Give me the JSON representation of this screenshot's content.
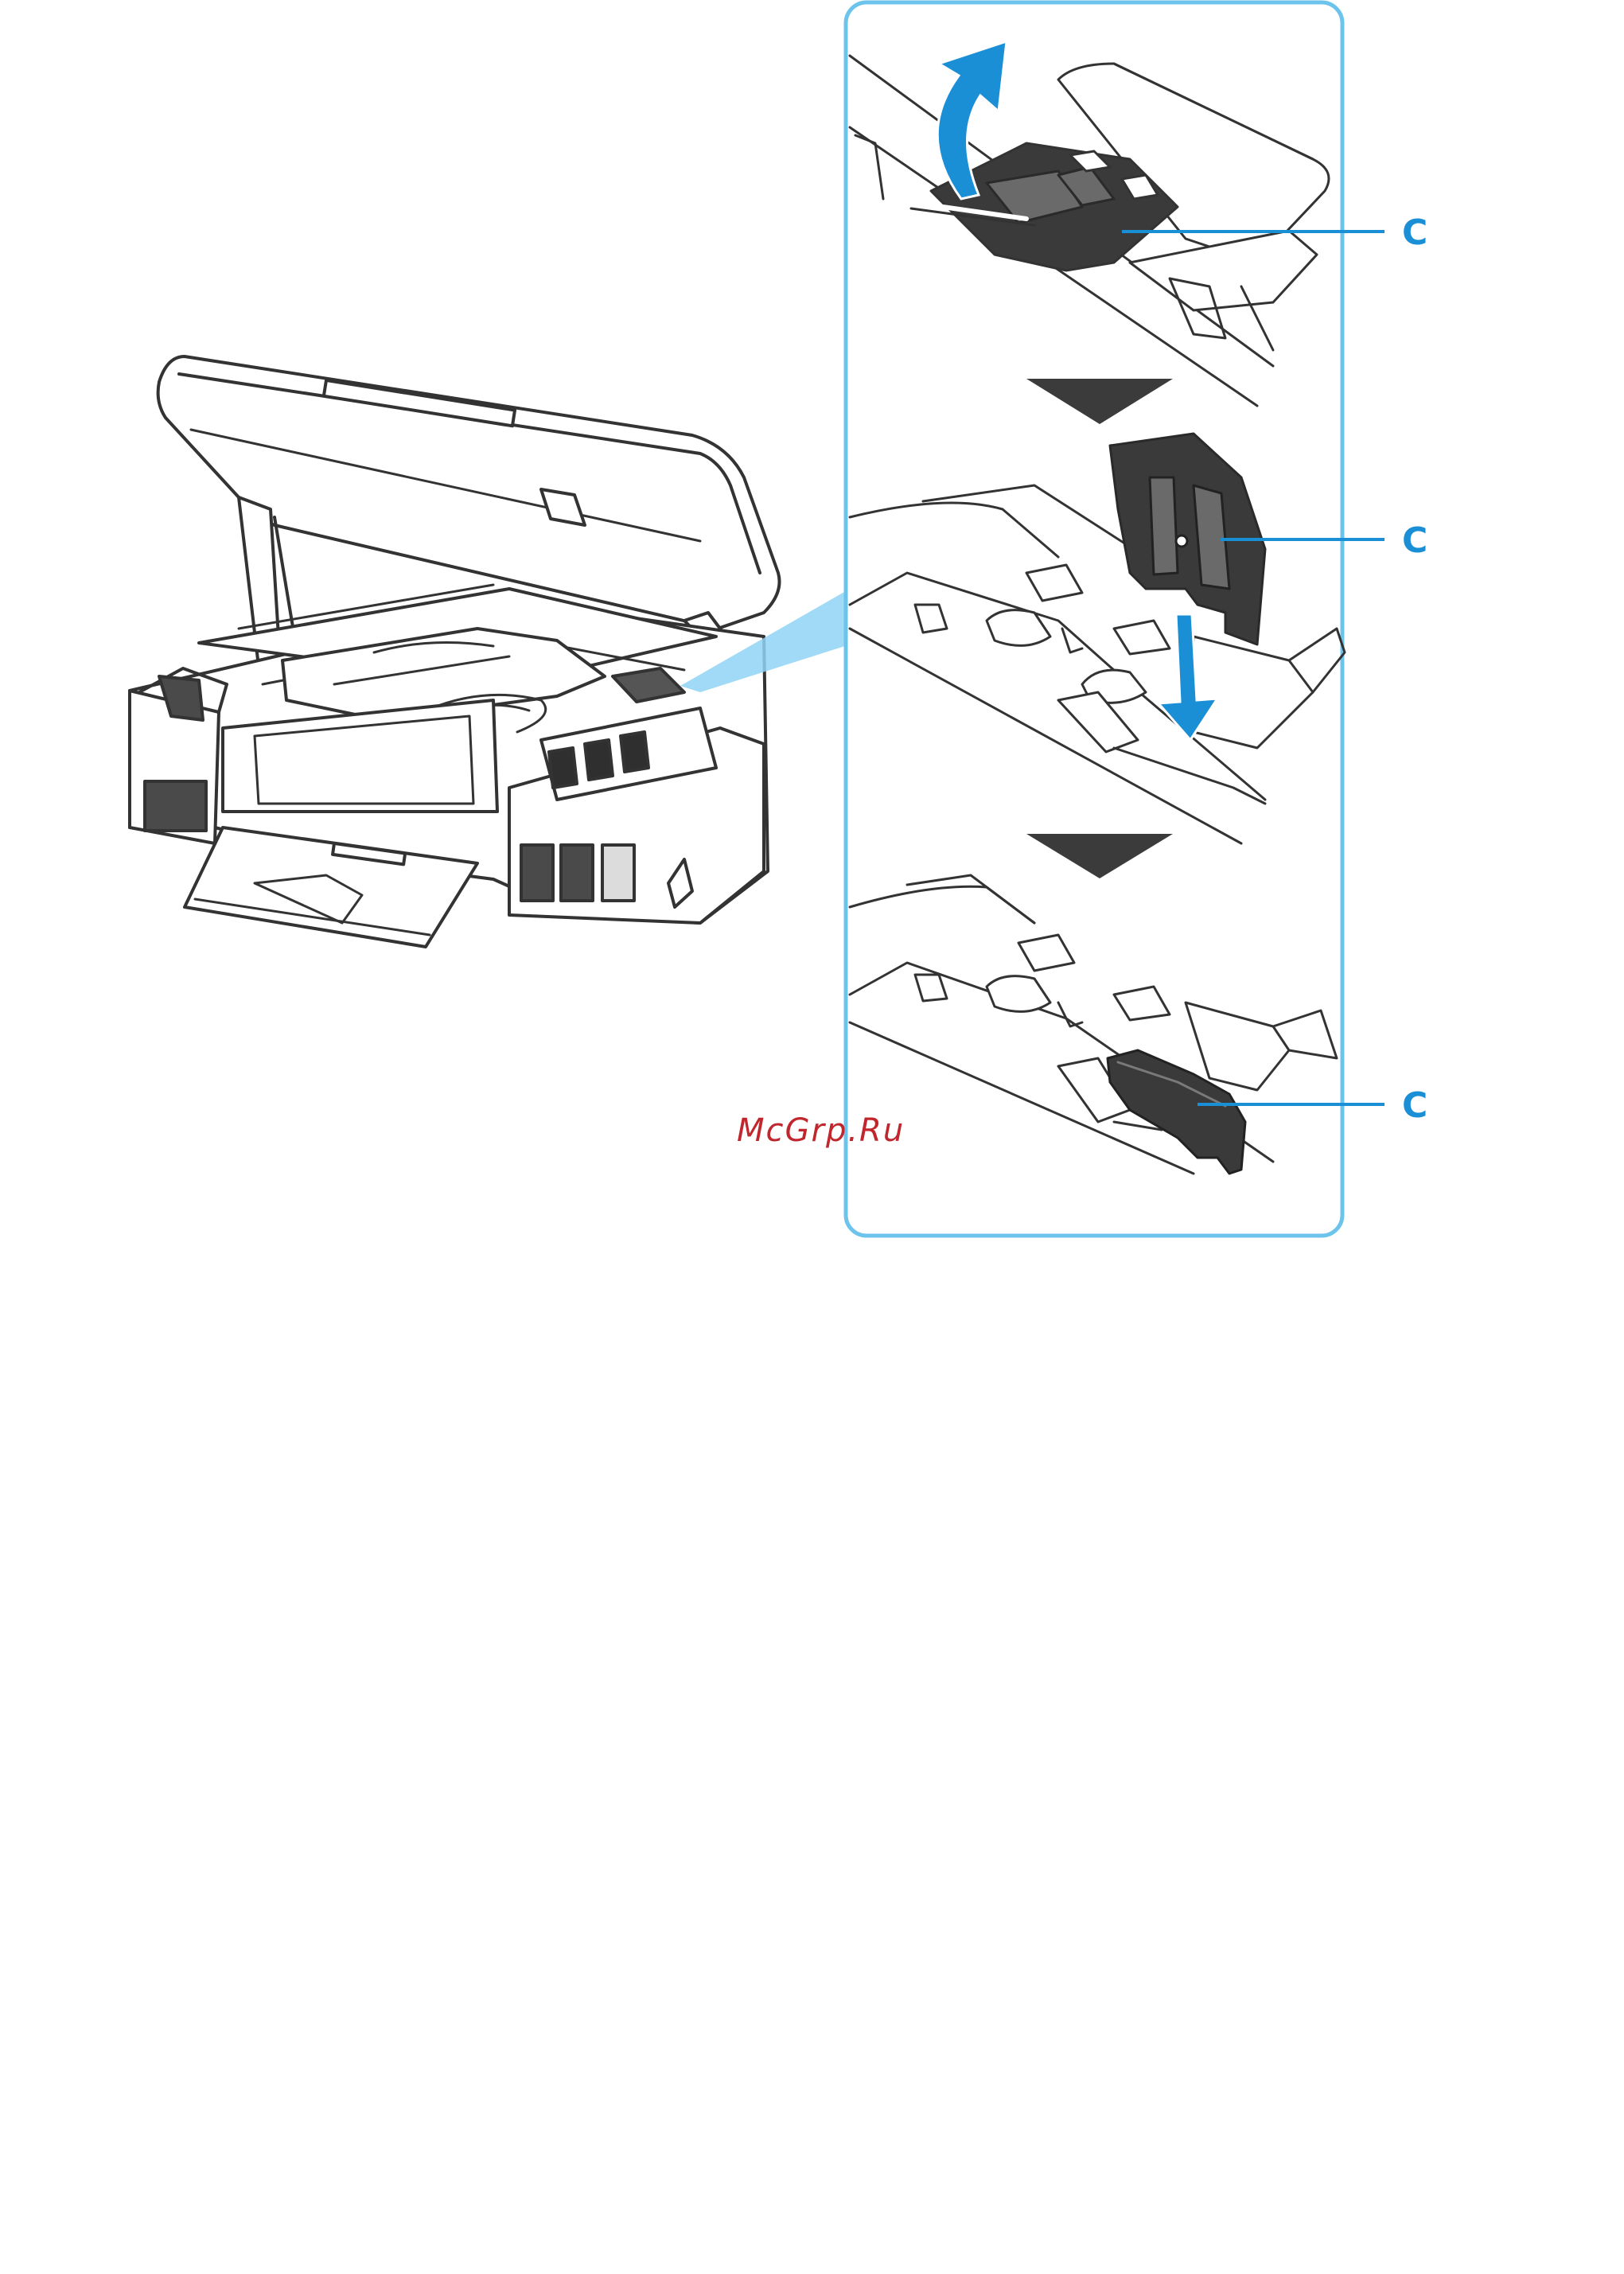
{
  "figure": {
    "callouts": [
      {
        "label": "C"
      },
      {
        "label": "C"
      },
      {
        "label": "C"
      }
    ]
  },
  "watermark": {
    "text": "McGrp.Ru"
  },
  "colors": {
    "accent": "#1a8fd6",
    "panel_border": "#6cc3ec",
    "zoom_beam": "#8fd3f4",
    "outline": "#333333",
    "dark_part": "#3a3a3a",
    "step_arrow": "#3b3b3b",
    "watermark": "#c0262c"
  }
}
